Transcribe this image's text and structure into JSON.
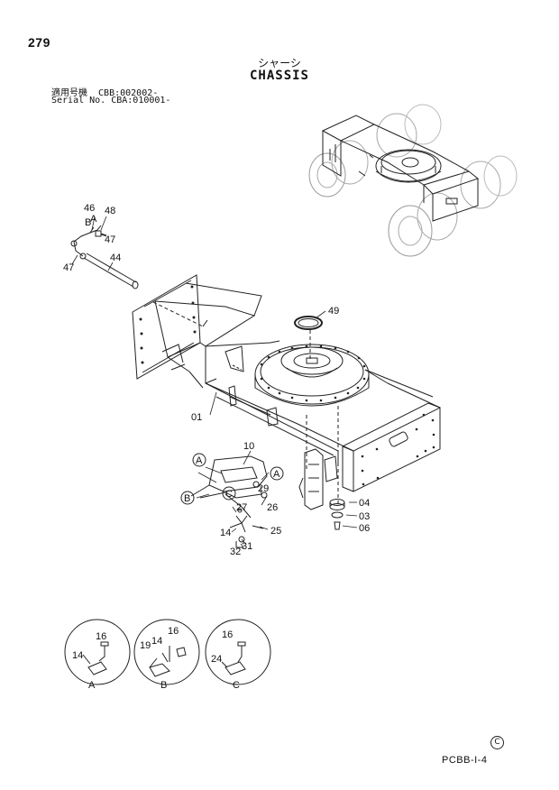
{
  "header": {
    "page_number": "279",
    "title_jp": "シャーシ",
    "title_en": "CHASSIS",
    "serial_line_1": "適用号機  CBB:002002-",
    "serial_line_2": "Serial No. CBA:010001-"
  },
  "callouts": {
    "c01": "01",
    "c03": "03",
    "c04": "04",
    "c06": "06",
    "c10": "10",
    "c14": "14",
    "c16a": "16",
    "c16b": "16",
    "c16c": "16",
    "c14b": "14",
    "c19": "19",
    "c24": "24",
    "c25": "25",
    "c26": "26",
    "c27": "27",
    "c29": "29",
    "c31": "31",
    "c32": "32",
    "c44": "44",
    "c46": "46",
    "c47a": "47",
    "c47b": "47",
    "c48": "48",
    "c49": "49"
  },
  "refs": {
    "A": "A",
    "B": "B",
    "C": "C"
  },
  "footer": {
    "copyright_mark": "C",
    "page_code": "PCBB-I-4"
  }
}
